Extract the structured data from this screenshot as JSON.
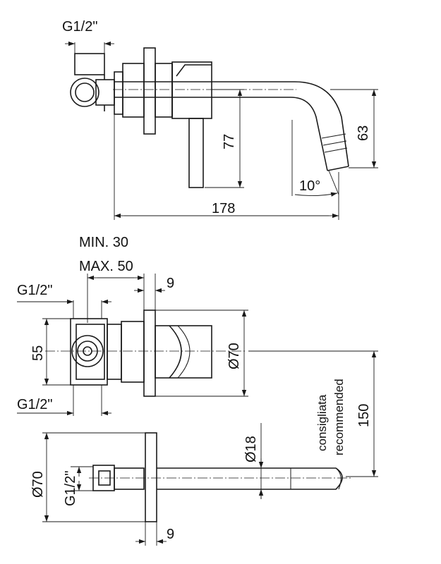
{
  "top_view": {
    "thread_label": "G1/2\"",
    "height_77": "77",
    "height_63": "63",
    "angle": "10°",
    "length_178": "178"
  },
  "middle_view": {
    "min_label": "MIN. 30",
    "max_label": "MAX. 50",
    "thread_top": "G1/2\"",
    "thread_bottom": "G1/2\"",
    "width_9": "9",
    "height_55": "55",
    "diameter_70": "Ø70",
    "note_it": "consigliata",
    "note_en": "recommended",
    "height_150": "150"
  },
  "bottom_view": {
    "diameter_70": "Ø70",
    "thread": "G1/2\"",
    "diameter_18": "Ø18",
    "width_9": "9"
  }
}
